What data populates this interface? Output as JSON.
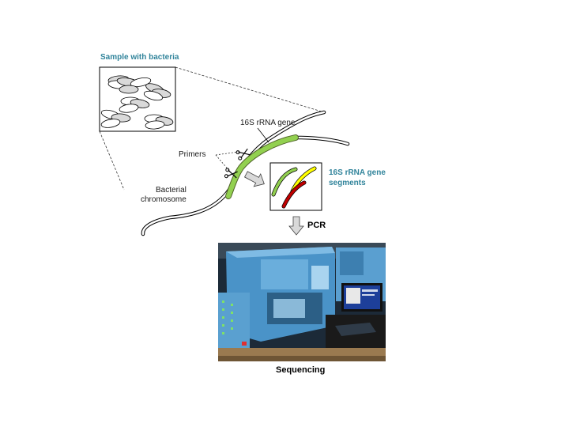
{
  "labels": {
    "sample": "Sample with bacteria",
    "gene": "16S rRNA gene",
    "primers": "Primers",
    "chromosome_line1": "Bacterial",
    "chromosome_line2": "chromosome",
    "segments_line1": "16S rRNA gene",
    "segments_line2": "segments",
    "pcr": "PCR",
    "sequencing": "Sequencing"
  },
  "colors": {
    "label_teal": "#31849b",
    "gene_green": "#92d050",
    "segment_yellow": "#ffff00",
    "segment_red": "#c00000",
    "arrow_fill": "#d9d9d9",
    "instrument_blue": "#4a93c8"
  },
  "icons": {
    "scissors_1": "scissors-icon",
    "scissors_2": "scissors-icon"
  }
}
